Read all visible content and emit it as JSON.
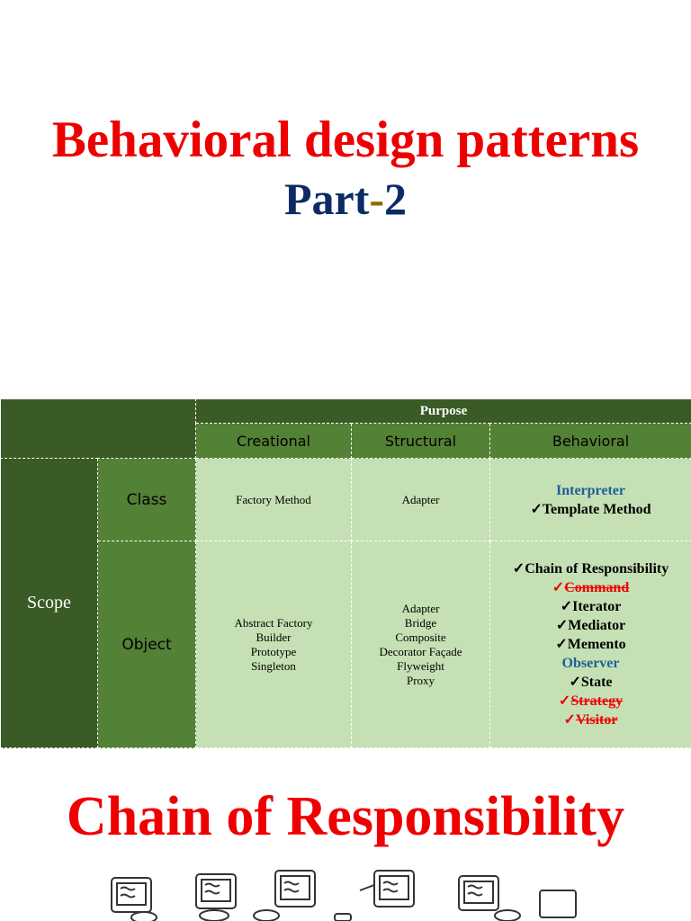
{
  "title": "Behavioral design patterns",
  "subtitle": {
    "part": "Part",
    "dash": "-",
    "number": "2"
  },
  "table": {
    "purpose_label": "Purpose",
    "columns": [
      "Creational",
      "Structural",
      "Behavioral"
    ],
    "scope_label": "Scope",
    "rows": [
      {
        "label": "Class",
        "creational": [
          "Factory Method"
        ],
        "structural": [
          "Adapter"
        ],
        "behavioral": [
          {
            "check": "",
            "text": "Interpreter",
            "style": "blue"
          },
          {
            "check": "✓",
            "text": "Template Method",
            "style": "normal"
          }
        ]
      },
      {
        "label": "Object",
        "creational": [
          "Abstract Factory",
          "Builder",
          "Prototype",
          "Singleton"
        ],
        "structural": [
          "Adapter",
          "Bridge",
          "Composite",
          "Decorator Façade",
          "Flyweight",
          "Proxy"
        ],
        "behavioral": [
          {
            "check": "✓",
            "text": "Chain of Responsibility",
            "style": "normal"
          },
          {
            "check": "✓",
            "text": "Command",
            "style": "struck"
          },
          {
            "check": "✓",
            "text": "Iterator",
            "style": "normal"
          },
          {
            "check": "✓",
            "text": "Mediator",
            "style": "normal"
          },
          {
            "check": "✓",
            "text": "Memento",
            "style": "normal"
          },
          {
            "check": "",
            "text": "Observer",
            "style": "blue"
          },
          {
            "check": "✓",
            "text": "State",
            "style": "normal"
          },
          {
            "check": "✓",
            "text": "Strategy ",
            "style": "struck"
          },
          {
            "check": "✓",
            "text": "Visitor ",
            "style": "struck"
          }
        ]
      }
    ]
  },
  "section_title": "Chain of Responsibility",
  "colors": {
    "title_red": "#ee0000",
    "subtitle_blue": "#0b2a66",
    "header_dark": "#3a5a26",
    "header_mid": "#538135",
    "body_light": "#c5e0b4",
    "link_blue": "#1f5f9a"
  },
  "icons": [
    "computer-character-icon"
  ]
}
